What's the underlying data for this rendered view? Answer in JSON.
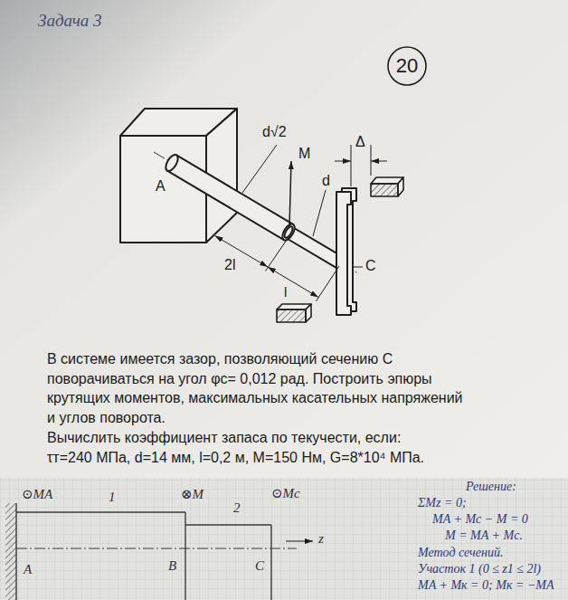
{
  "diagram": {
    "nodes": [
      {
        "text": [
          "20"
        ]
      }
    ],
    "labels": [
      "Задача 3",
      "d√2",
      "M",
      "d",
      "Δ",
      "A",
      "2l",
      "l",
      "C",
      "В системе имеется зазор, позволяющий сечению С поворачиваться на угол φс= 0,012 рад. Построить эпюры крутящих моментов, максимальных касательных напряжений и углов поворота.",
      "Вычислить коэффициент запаса по текучести, если:",
      "τт=240 МПа, d=14 мм, l=0,2 м, M=150 Нм, G=8*10⁴ МПа.",
      "⊙MA",
      "1",
      "⊗M",
      "2",
      "⊙Mc",
      "z",
      "A",
      "B",
      "C",
      "Решение:",
      "ΣMz = 0;",
      "MA + Mc − M = 0",
      "M = MA + Mc.",
      "Метод сечений.",
      "Участок 1 (0 ≤ z1 ≤ 2l)",
      "MA + Mк = 0; Mк = −MA"
    ]
  }
}
